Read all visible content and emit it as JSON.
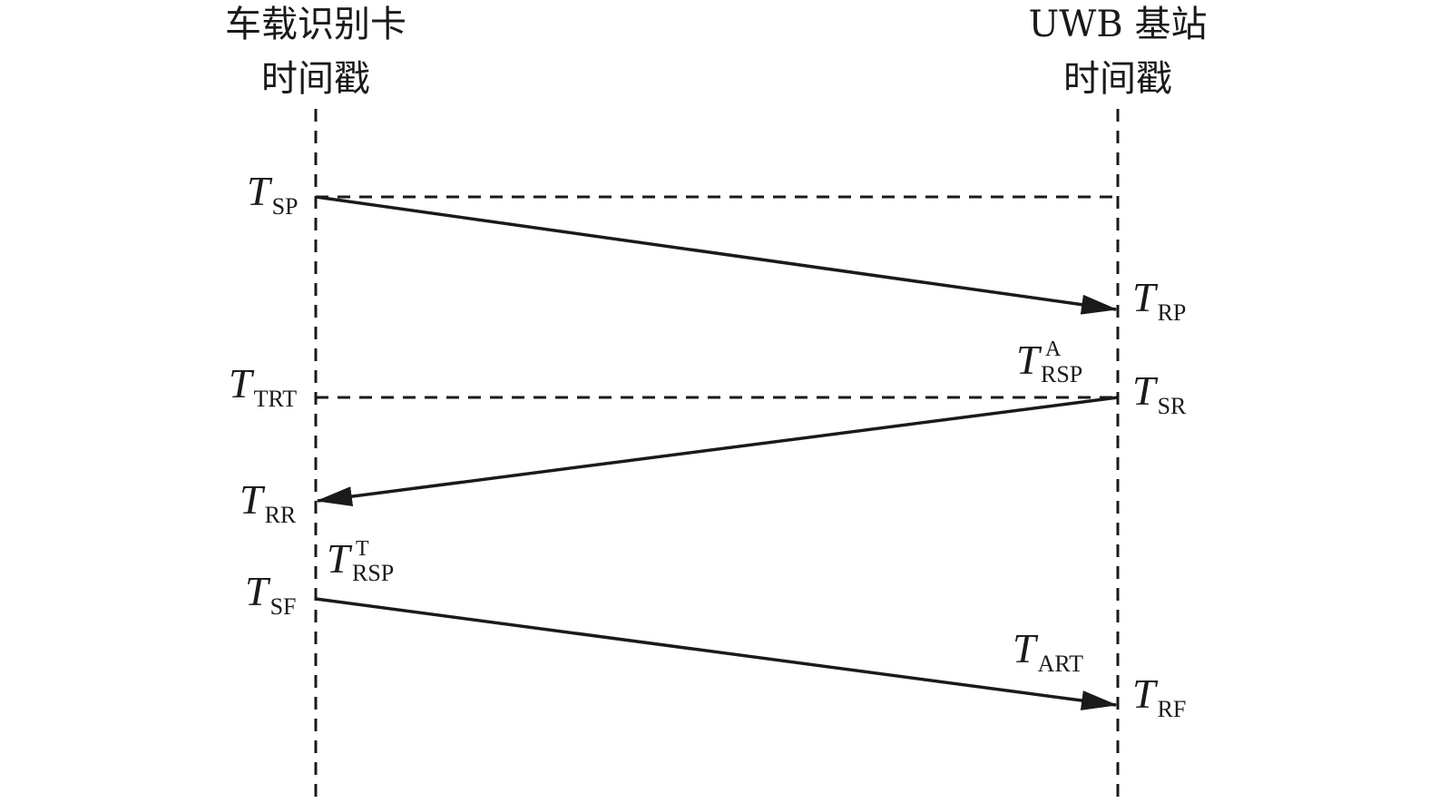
{
  "lanes": {
    "left_title_line1": "车载识别卡",
    "left_title_line2": "时间戳",
    "right_title_line1": "UWB 基站",
    "right_title_line2": "时间戳"
  },
  "labels": {
    "t_sp": {
      "main": "T",
      "sub": "SP"
    },
    "t_rp": {
      "main": "T",
      "sub": "RP"
    },
    "t_rsp_a": {
      "main": "T",
      "sub": "RSP",
      "sup": "A"
    },
    "t_trt": {
      "main": "T",
      "sub": "TRT"
    },
    "t_sr": {
      "main": "T",
      "sub": "SR"
    },
    "t_rr": {
      "main": "T",
      "sub": "RR"
    },
    "t_rsp_t": {
      "main": "T",
      "sub": "RSP",
      "sup": "T"
    },
    "t_sf": {
      "main": "T",
      "sub": "SF"
    },
    "t_art": {
      "main": "T",
      "sub": "ART"
    },
    "t_rf": {
      "main": "T",
      "sub": "RF"
    }
  },
  "colors": {
    "ink": "#1a1a1a",
    "background": "#ffffff"
  }
}
